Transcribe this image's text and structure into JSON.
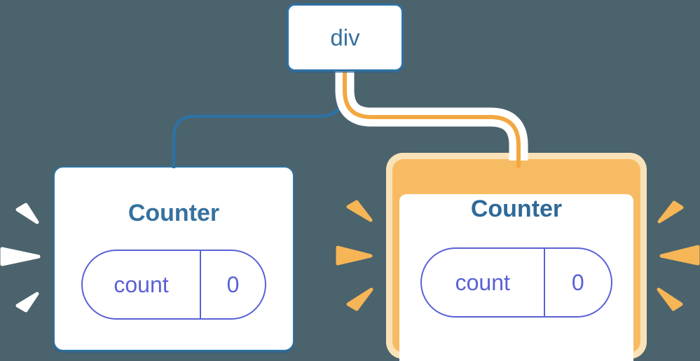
{
  "root_node": {
    "label": "div"
  },
  "left_counter": {
    "title": "Counter",
    "state_key": "count",
    "state_value": "0",
    "highlighted": false
  },
  "right_counter": {
    "title": "Counter",
    "state_key": "count",
    "state_value": "0",
    "highlighted": true
  },
  "icons": {
    "sparkle_burst_left": "white-radiating-wedge-rays",
    "sparkle_burst_right": "orange-radiating-wedge-rays"
  },
  "colors": {
    "bg": "#4b636c",
    "blue": "#2e72a4",
    "blue_text": "#35719f",
    "blue_text_bold": "#2e6a99",
    "indigo": "#5a61d6",
    "orange_core": "#f2a840",
    "orange_ring": "#f7bc63",
    "orange_halo": "#fae2b8",
    "sparkle_white": "#ffffff",
    "sparkle_orange": "#f6b556",
    "node_bg": "#ffffff"
  }
}
